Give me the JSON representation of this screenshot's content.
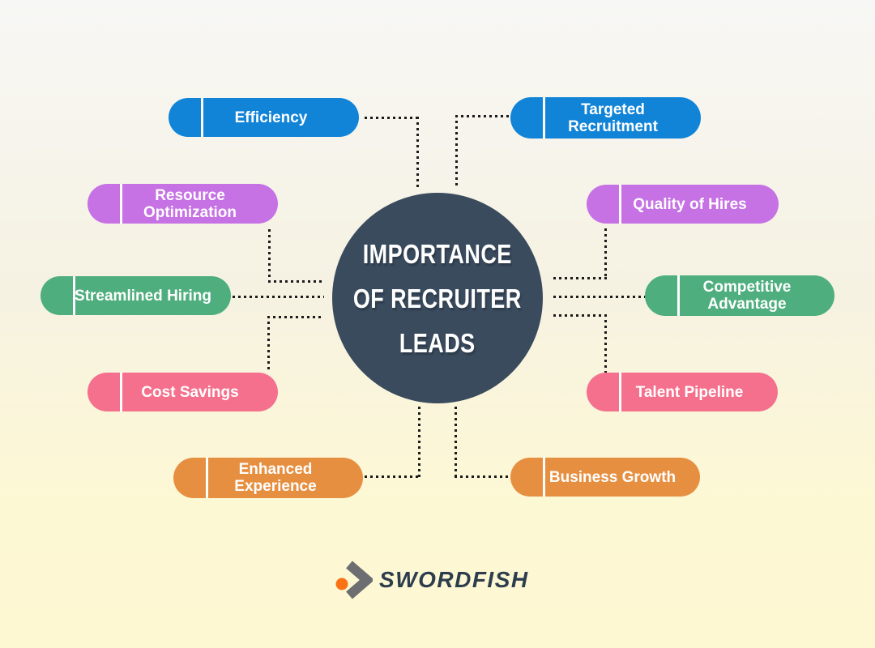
{
  "center": {
    "title": "IMPORTANCE\nOF RECRUITER\nLEADS",
    "color": "#3a4b5e",
    "text_color": "#ffffff"
  },
  "pills": [
    {
      "id": "efficiency",
      "label": "Efficiency",
      "color": "#1184d7"
    },
    {
      "id": "targeted-recruitment",
      "label": "Targeted\nRecruitment",
      "color": "#1184d7"
    },
    {
      "id": "resource-optimization",
      "label": "Resource\nOptimization",
      "color": "#c671e4"
    },
    {
      "id": "quality-of-hires",
      "label": "Quality of Hires",
      "color": "#c671e4"
    },
    {
      "id": "streamlined-hiring",
      "label": "Streamlined Hiring",
      "color": "#4eae7e"
    },
    {
      "id": "competitive-advantage",
      "label": "Competitive\nAdvantage",
      "color": "#4eae7e"
    },
    {
      "id": "cost-savings",
      "label": "Cost Savings",
      "color": "#f5708d"
    },
    {
      "id": "talent-pipeline",
      "label": "Talent Pipeline",
      "color": "#f5708d"
    },
    {
      "id": "enhanced-experience",
      "label": "Enhanced\nExperience",
      "color": "#e78f41"
    },
    {
      "id": "business-growth",
      "label": "Business Growth",
      "color": "#e78f41"
    }
  ],
  "logo": {
    "text": "SWORDFISH",
    "dot_color": "#f97316",
    "chevron_color": "#6d6e71",
    "text_color": "#2e3d4e"
  },
  "colors": {
    "background_top": "#f7f7f5",
    "background_bottom": "#fdf8d2",
    "connector": "#1b1b1b"
  }
}
